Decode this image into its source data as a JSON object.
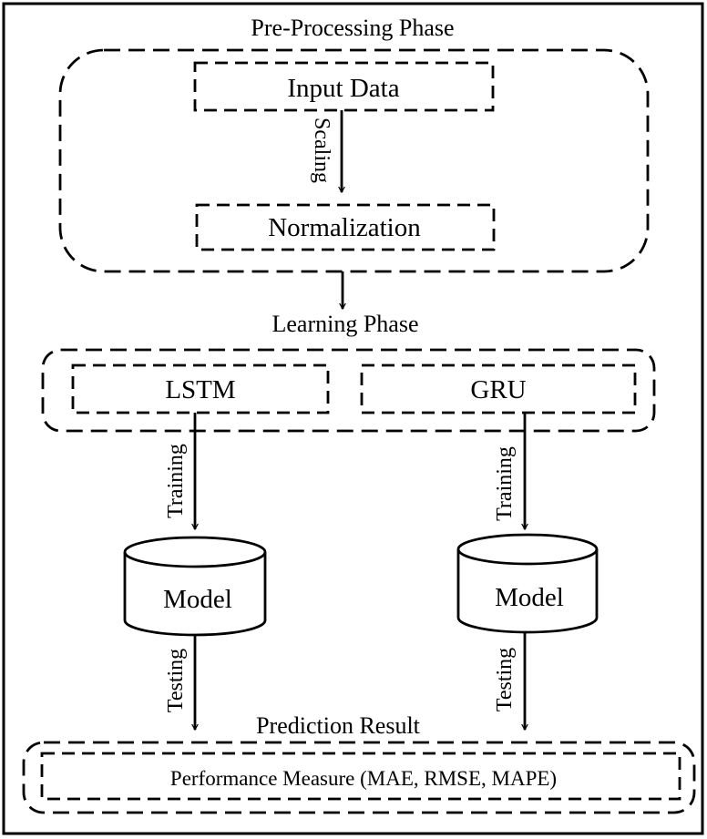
{
  "phases": {
    "preprocessing": "Pre-Processing Phase",
    "learning": "Learning Phase",
    "prediction": "Prediction Result"
  },
  "nodes": {
    "input_data": "Input Data",
    "normalization": "Normalization",
    "lstm": "LSTM",
    "gru": "GRU",
    "model_left": "Model",
    "model_right": "Model",
    "performance": "Performance Measure (MAE, RMSE, MAPE)"
  },
  "edges": {
    "scaling": "Scaling",
    "training_left": "Training",
    "training_right": "Training",
    "testing_left": "Testing",
    "testing_right": "Testing"
  }
}
